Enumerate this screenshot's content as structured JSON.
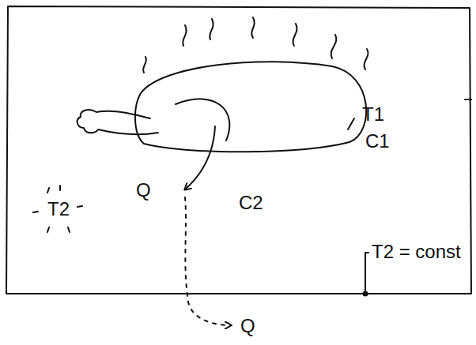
{
  "diagram": {
    "labels": [
      "T1",
      "C1",
      "Q",
      "C2",
      "T2 = const",
      "T2",
      "Q"
    ]
  }
}
